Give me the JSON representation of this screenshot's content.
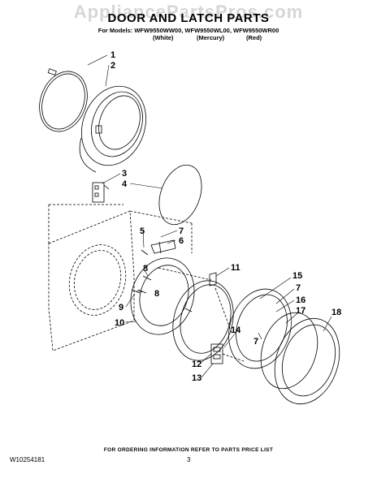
{
  "watermark": "AppliancePartsPros.com",
  "title": "DOOR AND LATCH PARTS",
  "models_line": "For Models: WFW9550WW00, WFW9550WL00, WFW9550WR00",
  "color_variants": [
    "(White)",
    "(Mercury)",
    "(Red)"
  ],
  "callouts": [
    "1",
    "2",
    "3",
    "4",
    "5",
    "7",
    "6",
    "8",
    "8",
    "9",
    "11",
    "10",
    "15",
    "7",
    "16",
    "17",
    "18",
    "7",
    "14",
    "12",
    "13"
  ],
  "footer_note": "FOR ORDERING INFORMATION REFER TO PARTS PRICE LIST",
  "doc_number": "W10254181",
  "page_number": "3"
}
